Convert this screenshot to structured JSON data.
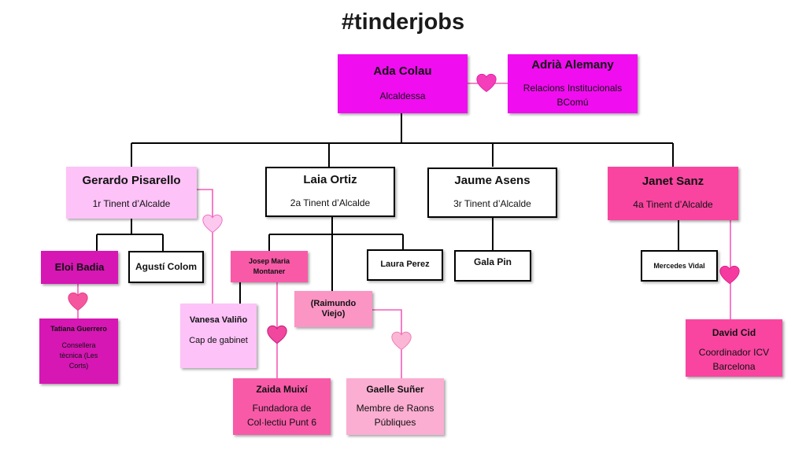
{
  "title": "#tinderjobs",
  "colors": {
    "magenta": "#f00df0",
    "light_pink": "#fdc2f7",
    "rose": "#f945a0",
    "dark_pink": "#d617b4",
    "hot_pink": "#f85aa8",
    "pink": "#fa95c4",
    "line_black": "#000000",
    "line_pink": "#f55bb8"
  },
  "nodes": {
    "ada_colau": {
      "name": "Ada Colau",
      "role": "Alcaldessa"
    },
    "adria_alemany": {
      "name": "Adrià Alemany",
      "role_line1": "Relacions Institucionals",
      "role_line2": "BComú"
    },
    "gerardo_pisarello": {
      "name": "Gerardo Pisarello",
      "role": "1r Tinent d’Alcalde"
    },
    "laia_ortiz": {
      "name": "Laia Ortiz",
      "role": "2a Tinent d’Alcalde"
    },
    "jaume_asens": {
      "name": "Jaume Asens",
      "role": "3r Tinent d’Alcalde"
    },
    "janet_sanz": {
      "name": "Janet Sanz",
      "role": "4a Tinent d’Alcalde"
    },
    "eloi_badia": {
      "name": "Eloi Badia"
    },
    "agusti_colom": {
      "name": "Agustí Colom"
    },
    "tatiana_guerrero": {
      "name": "Tatiana Guerrero",
      "role_line1": "Consellera",
      "role_line2": "tècnica (Les",
      "role_line3": "Corts)"
    },
    "vanesa_valino": {
      "name": "Vanesa Valiño",
      "role": "Cap de gabinet"
    },
    "josep_maria_montaner": {
      "name_line1": "Josep Maria",
      "name_line2": "Montaner"
    },
    "raimundo_viejo": {
      "name_line1": "(Raimundo",
      "name_line2": "Viejo)"
    },
    "laura_perez": {
      "name": "Laura Perez"
    },
    "gala_pin": {
      "name": "Gala Pin"
    },
    "mercedes_vidal": {
      "name": "Mercedes Vidal"
    },
    "zaida_muixi": {
      "name": "Zaida Muixí",
      "role_line1": "Fundadora de",
      "role_line2": "Col·lectiu Punt 6"
    },
    "gaelle_suner": {
      "name": "Gaelle Suñer",
      "role_line1": "Membre de Raons",
      "role_line2": "Públiques"
    },
    "david_cid": {
      "name": "David Cid",
      "role_line1": "Coordinador ICV",
      "role_line2": "Barcelona"
    }
  }
}
